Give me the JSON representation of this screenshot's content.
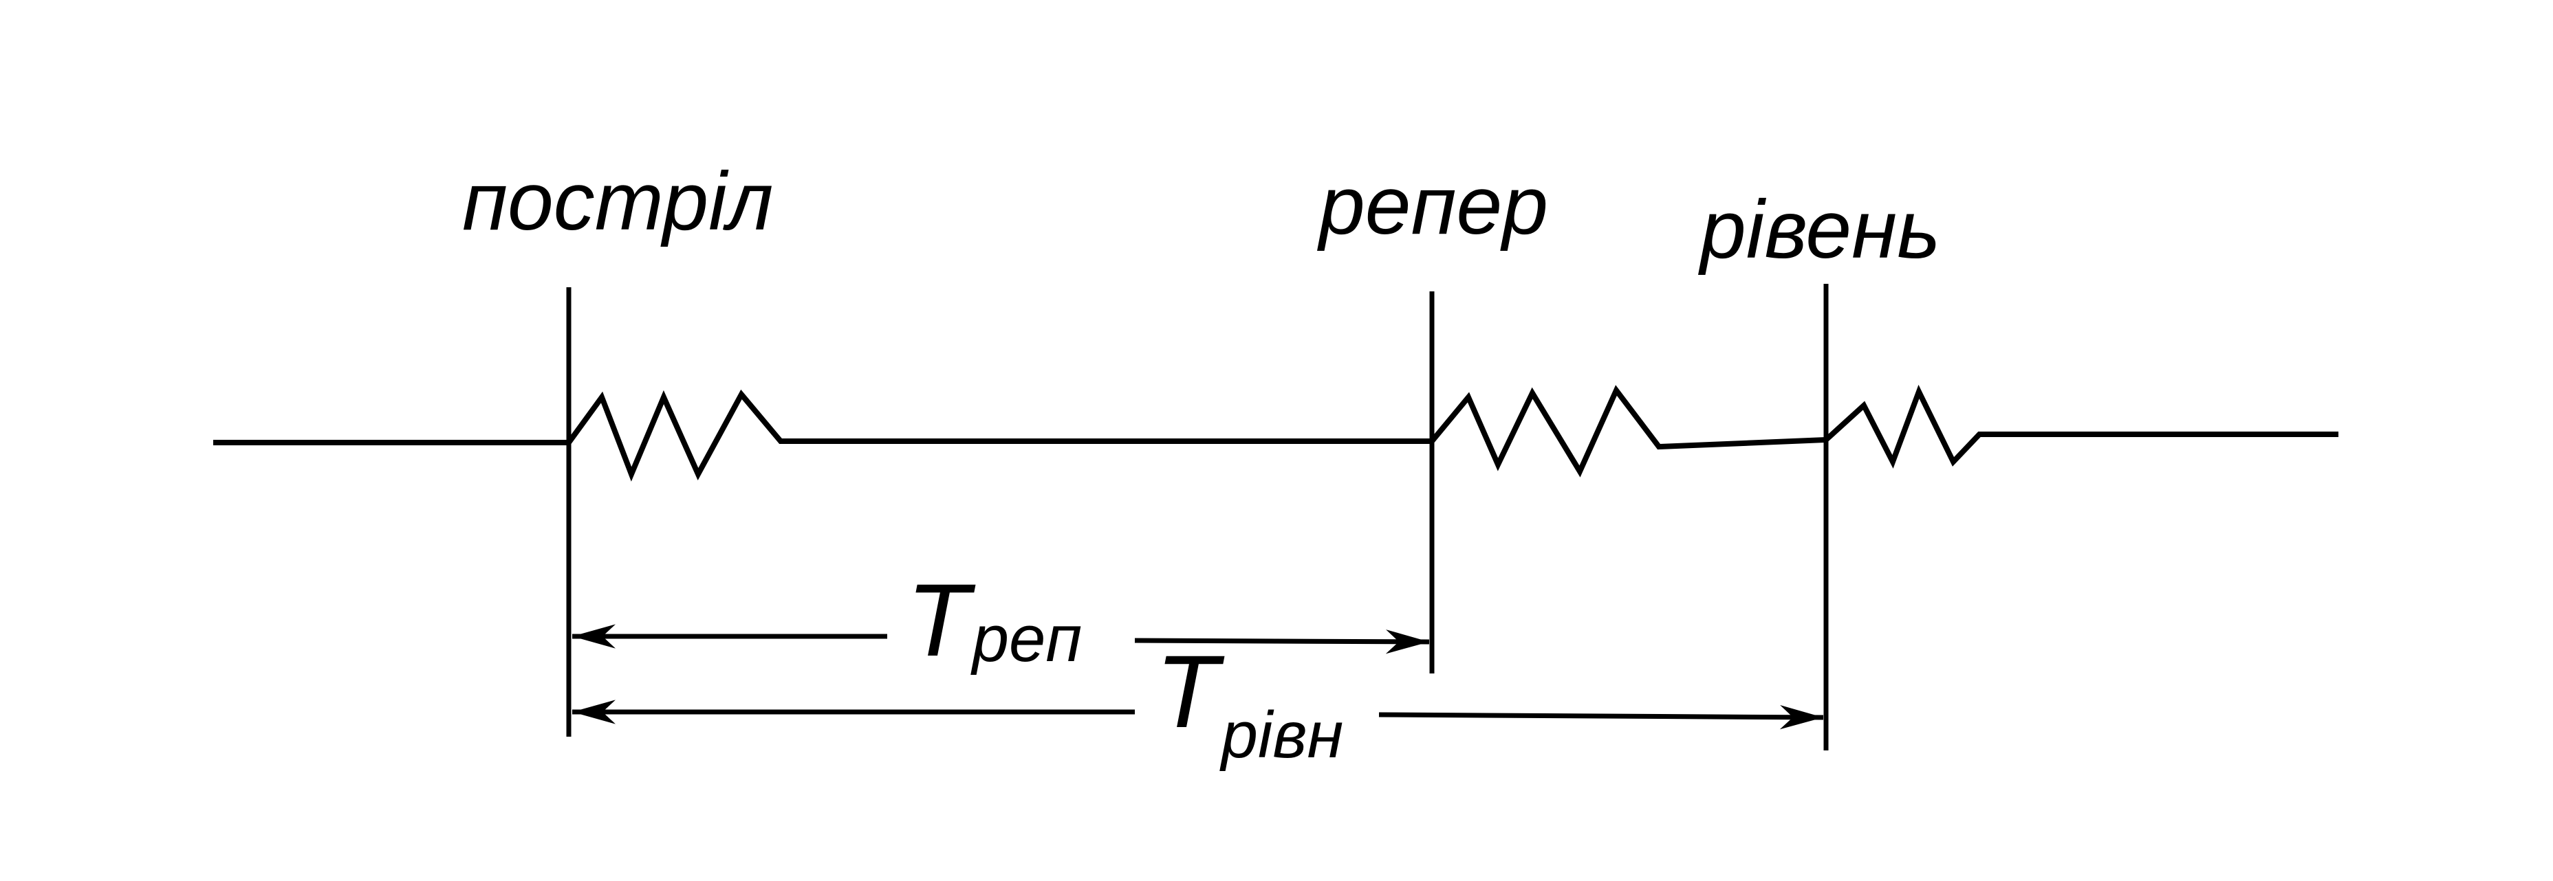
{
  "labels": {
    "shot": "постріл",
    "reference": "репер",
    "level": "рівень"
  },
  "intervals": {
    "reference": {
      "symbol": "T",
      "subscript": "реп"
    },
    "level": {
      "symbol": "T",
      "subscript": "рівн"
    }
  },
  "colors": {
    "ink": "#000000",
    "background": "#ffffff"
  }
}
